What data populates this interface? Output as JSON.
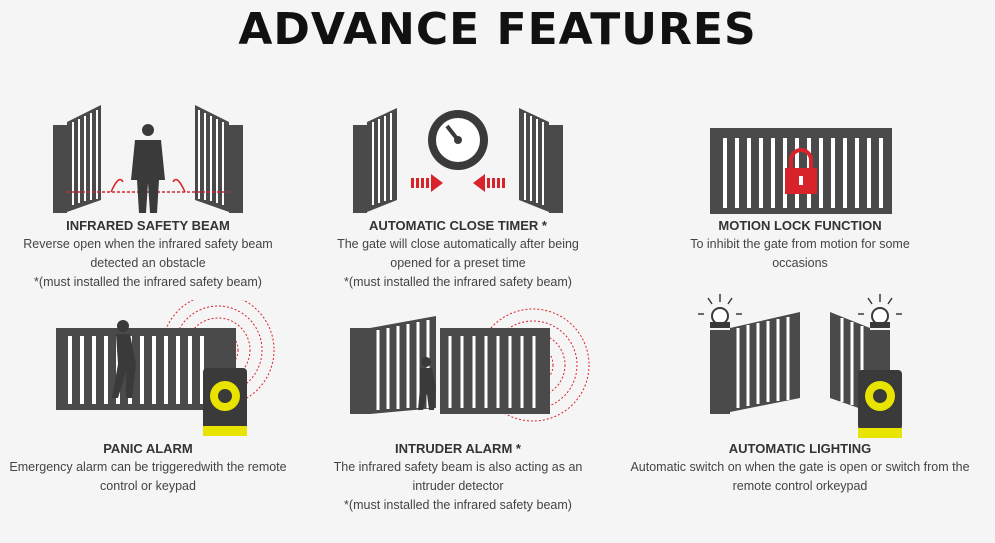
{
  "title": "ADVANCE FEATURES",
  "features": [
    {
      "title": "INFRARED SAFETY BEAM",
      "lines": [
        "Reverse open when the infrared safety beam",
        "detected an obstacle",
        "*(must installed the infrared safety beam)"
      ],
      "icon": "infrared-beam-gate-icon"
    },
    {
      "title": "AUTOMATIC CLOSE TIMER *",
      "lines": [
        "The gate will close automatically after being",
        "opened for a preset time",
        "*(must installed the infrared safety beam)"
      ],
      "icon": "timer-gate-icon"
    },
    {
      "title": "MOTION LOCK FUNCTION",
      "lines": [
        "To inhibit the gate from motion for some",
        "occasions"
      ],
      "icon": "lock-gate-icon"
    },
    {
      "title": "PANIC ALARM",
      "lines": [
        "Emergency alarm can be triggeredwith the remote",
        "control or keypad"
      ],
      "icon": "panic-alarm-icon"
    },
    {
      "title": "INTRUDER ALARM *",
      "lines": [
        "The infrared safety beam is also acting as an",
        "intruder detector",
        "*(must installed the infrared safety beam)"
      ],
      "icon": "intruder-alarm-icon"
    },
    {
      "title": "AUTOMATIC LIGHTING",
      "lines": [
        "Automatic switch on when the gate is open or switch from the",
        "remote control orkeypad"
      ],
      "icon": "lighting-gate-icon"
    }
  ],
  "colors": {
    "gate": "#4a4a4a",
    "accent": "#d9232a",
    "siren": "#e8e400"
  }
}
